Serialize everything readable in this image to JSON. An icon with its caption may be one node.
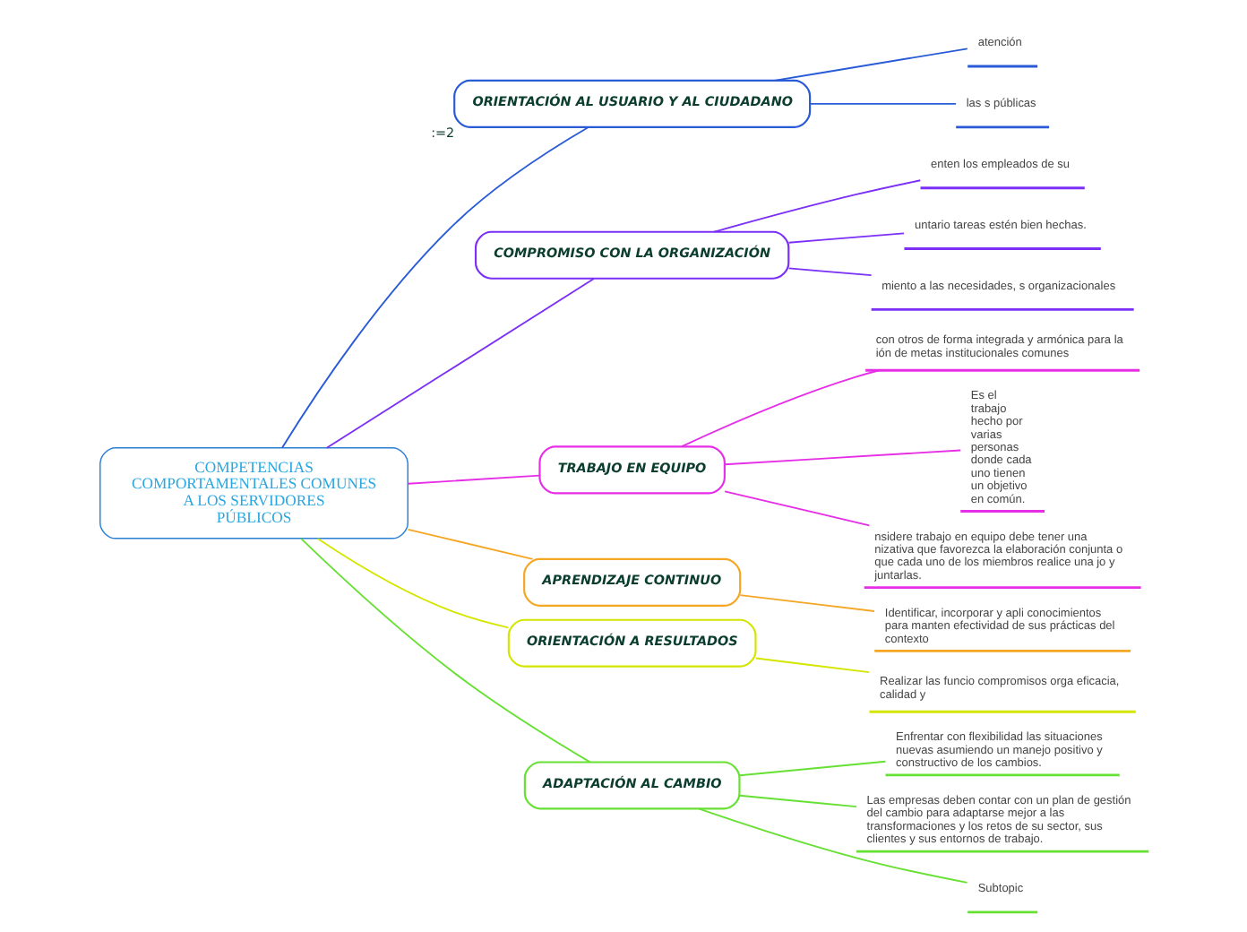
{
  "diagram": {
    "nodes": [
      {
        "text": [
          "COMPETENCIAS COMPORTAMENTALES COMUNES A LOS SERVIDORES PÚBLICOS"
        ]
      },
      {
        "text": [
          "ORIENTACIÓN AL USUARIO Y AL CIUDADANO"
        ],
        "beside": [
          ":=2"
        ]
      },
      {
        "text": [
          "atención"
        ]
      },
      {
        "text": [
          "las s públicas"
        ]
      },
      {
        "text": [
          "COMPROMISO CON LA ORGANIZACIÓN"
        ]
      },
      {
        "text": [
          "enten los empleados de su"
        ]
      },
      {
        "text": [
          "untario tareas estén bien hechas."
        ]
      },
      {
        "text": [
          "miento a las necesidades, s organizacionales"
        ]
      },
      {
        "text": [
          "TRABAJO EN EQUIPO"
        ]
      },
      {
        "text": [
          "con otros de forma integrada y armónica para la ión de metas institucionales comunes"
        ]
      },
      {
        "text": [
          "Es el trabajo hecho por varias personas donde cada uno tienen un objetivo en común."
        ]
      },
      {
        "text": [
          "nsidere trabajo en equipo debe tener una nizativa que favorezca la elaboración conjunta o que cada uno de los miembros realice una jo y juntarlas."
        ]
      },
      {
        "text": [
          "APRENDIZAJE CONTINUO"
        ]
      },
      {
        "text": [
          "Identificar, incorporar y apli conocimientos para manten efectividad de sus prácticas del contexto"
        ]
      },
      {
        "text": [
          "ORIENTACIÓN A RESULTADOS"
        ]
      },
      {
        "text": [
          "Realizar las funcio compromisos orga eficacia, calidad y"
        ]
      },
      {
        "text": [
          "ADAPTACIÓN AL CAMBIO"
        ]
      },
      {
        "text": [
          "Enfrentar con flexibilidad las situaciones nuevas asumiendo un manejo positivo y constructivo de los cambios."
        ]
      },
      {
        "text": [
          "Las empresas deben contar con un plan de gestión del cambio para adaptarse mejor a las transformaciones y los retos de su sector, sus clientes y sus entornos de trabajo."
        ]
      },
      {
        "text": [
          "Subtopic"
        ]
      }
    ],
    "edges": [
      {
        "from": 0,
        "to": 1,
        "arrow": "none",
        "color": "#2a5bd7"
      },
      {
        "from": 1,
        "to": 2,
        "arrow": "none",
        "color": "#2a5bd7"
      },
      {
        "from": 1,
        "to": 3,
        "arrow": "none",
        "color": "#2a5bd7"
      },
      {
        "from": 0,
        "to": 4,
        "arrow": "none",
        "color": "#7b2ff7"
      },
      {
        "from": 4,
        "to": 5,
        "arrow": "none",
        "color": "#7b2ff7"
      },
      {
        "from": 4,
        "to": 6,
        "arrow": "none",
        "color": "#7b2ff7"
      },
      {
        "from": 4,
        "to": 7,
        "arrow": "none",
        "color": "#7b2ff7"
      },
      {
        "from": 0,
        "to": 8,
        "arrow": "none",
        "color": "#e62ee6"
      },
      {
        "from": 8,
        "to": 9,
        "arrow": "none",
        "color": "#e62ee6"
      },
      {
        "from": 8,
        "to": 10,
        "arrow": "none",
        "color": "#e62ee6"
      },
      {
        "from": 8,
        "to": 11,
        "arrow": "none",
        "color": "#e62ee6"
      },
      {
        "from": 0,
        "to": 12,
        "arrow": "none",
        "color": "#f5a623"
      },
      {
        "from": 12,
        "to": 13,
        "arrow": "none",
        "color": "#f5a623"
      },
      {
        "from": 0,
        "to": 14,
        "arrow": "none",
        "color": "#d4e600"
      },
      {
        "from": 14,
        "to": 15,
        "arrow": "none",
        "color": "#d4e600"
      },
      {
        "from": 0,
        "to": 16,
        "arrow": "none",
        "color": "#66e033"
      },
      {
        "from": 16,
        "to": 17,
        "arrow": "none",
        "color": "#66e033"
      },
      {
        "from": 16,
        "to": 18,
        "arrow": "none",
        "color": "#66e033"
      },
      {
        "from": 16,
        "to": 19,
        "arrow": "none",
        "color": "#66e033"
      }
    ]
  }
}
